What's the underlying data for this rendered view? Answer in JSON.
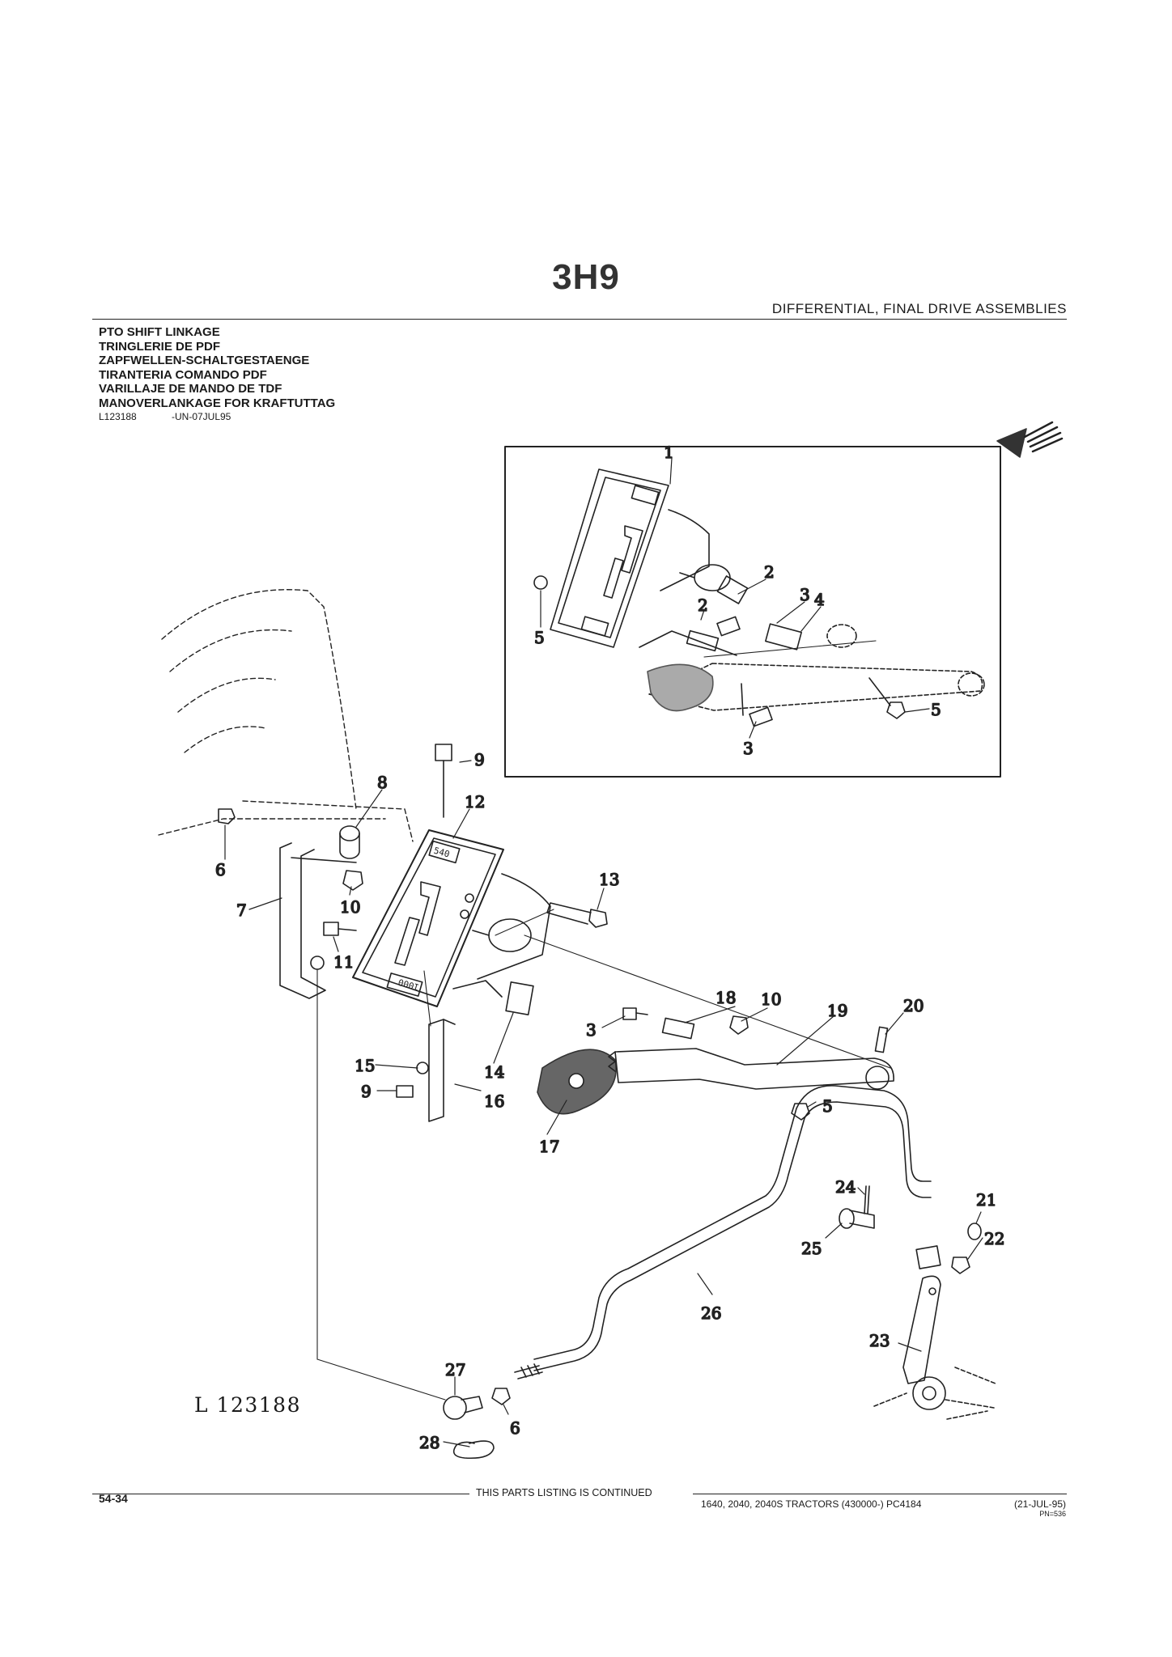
{
  "header": {
    "page_code": "3H9",
    "section_title": "DIFFERENTIAL, FINAL DRIVE ASSEMBLIES"
  },
  "title_block": {
    "titles": [
      "PTO SHIFT LINKAGE",
      "TRINGLERIE DE PDF",
      "ZAPFWELLEN-SCHALTGESTAENGE",
      "TIRANTERIA COMANDO PDF",
      "VARILLAJE DE MANDO DE TDF",
      "MANOVERLANKAGE FOR KRAFTUTTAG"
    ],
    "illustration_ref": "L123188",
    "ref_date": "-UN-07JUL95"
  },
  "figure": {
    "figure_id": "L 123188",
    "inset_callouts": [
      "1",
      "2",
      "2",
      "3",
      "4",
      "5",
      "5",
      "3"
    ],
    "main_callouts": [
      "9",
      "8",
      "12",
      "6",
      "7",
      "10",
      "11",
      "13",
      "18",
      "10",
      "19",
      "20",
      "3",
      "15",
      "14",
      "9",
      "16",
      "5",
      "17",
      "24",
      "21",
      "22",
      "25",
      "26",
      "23",
      "27",
      "6",
      "28"
    ],
    "lever_markings": {
      "top": "540",
      "bottom": "1000"
    }
  },
  "footer": {
    "page_number": "54-34",
    "continued": "THIS PARTS LISTING IS CONTINUED",
    "models": "1640, 2040, 2040S TRACTORS (430000-)  PC4184",
    "date": "(21-JUL-95)",
    "pn": "PN=536"
  }
}
